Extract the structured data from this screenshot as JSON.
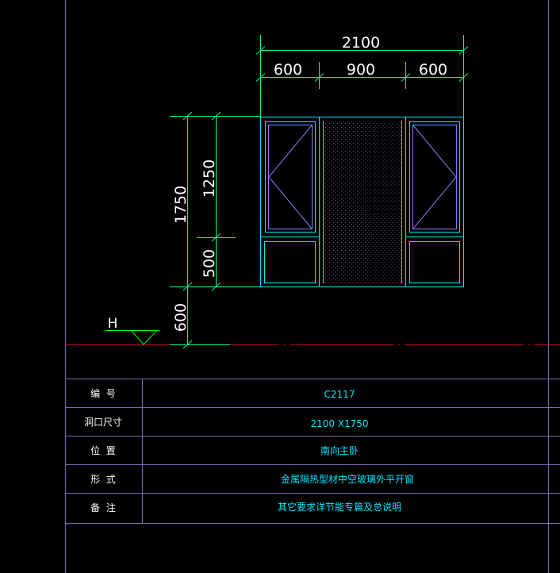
{
  "dimensions": {
    "overall_width": "2100",
    "left_width": "600",
    "middle_width": "900",
    "right_width": "600",
    "overall_height": "1750",
    "upper_height": "1250",
    "lower_height": "500",
    "sill_height": "600"
  },
  "level_marker": "H",
  "spec_table": {
    "rows": [
      {
        "label": "编  号",
        "value": "C2117"
      },
      {
        "label": "洞口尺寸",
        "value": "2100 X1750"
      },
      {
        "label": "位  置",
        "value": "南向主卧"
      },
      {
        "label": "形  式",
        "value": "金属隔热型材中空玻璃外平开窗"
      },
      {
        "label": "备  注",
        "value": "其它要求详节能专篇及总说明"
      }
    ]
  },
  "colors": {
    "frame": "#00e5ff",
    "sash": "#8080ff",
    "dimension": "#00ff80",
    "text": "#ffffff",
    "border": "#6f6fb0",
    "ground": "#c0001a",
    "level_marker": "#00ff00"
  }
}
